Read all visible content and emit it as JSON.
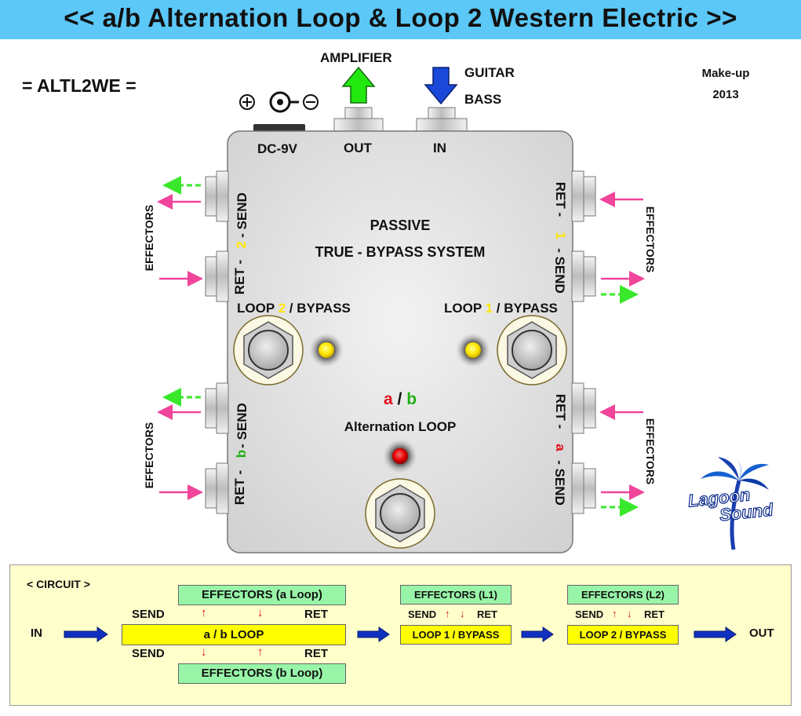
{
  "title": "<< a/b Alternation Loop & Loop 2 Western Electric >>",
  "model": "= ALTL2WE =",
  "makeup": {
    "line1": "Make-up",
    "line2": "2013"
  },
  "top": {
    "amplifier": "AMPLIFIER",
    "guitar": "GUITAR",
    "bass": "BASS",
    "dc": "DC-9V",
    "out": "OUT",
    "in": "IN"
  },
  "pedal": {
    "passive": "PASSIVE",
    "true_bypass": "TRUE - BYPASS SYSTEM",
    "loop2_a": "LOOP ",
    "loop2_num": "2",
    "loop2_b": " / BYPASS",
    "loop1_a": "LOOP ",
    "loop1_num": "1",
    "loop1_b": " / BYPASS",
    "ab_a": "a",
    "ab_sep": " / ",
    "ab_b": "b",
    "alternation": "Alternation LOOP"
  },
  "jacks": {
    "left_top_send": "- SEND",
    "left_top_num": "2",
    "left_top_ret": "RET -",
    "left_bot_send": "- SEND",
    "left_bot_num": "b",
    "left_bot_ret": "RET -",
    "right_top_ret": "RET -",
    "right_top_num": "1",
    "right_top_send": "- SEND",
    "right_bot_ret": "RET -",
    "right_bot_num": "a",
    "right_bot_send": "- SEND"
  },
  "effectors_label": "EFFECTORS",
  "logo": {
    "line1": "Lagoon",
    "line2": "Sound"
  },
  "circuit": {
    "heading": "< CIRCUIT >",
    "in": "IN",
    "out": "OUT",
    "send": "SEND",
    "ret": "RET",
    "eff_a": "EFFECTORS  (a Loop)",
    "eff_b": "EFFECTORS  (b Loop)",
    "ab_loop": "a / b LOOP",
    "eff_l1": "EFFECTORS (L1)",
    "eff_l2": "EFFECTORS (L2)",
    "loop1": "LOOP 1 / BYPASS",
    "loop2": "LOOP 2 / BYPASS",
    "up": "↑",
    "down": "↓"
  },
  "colors": {
    "title_bar": "#5bc8f8",
    "circuit_bg": "#ffffcc",
    "yellow_box": "#ffff00",
    "green_box": "#98f5a8",
    "pink_arrow": "#f0459a",
    "green_arrow": "#39e82a",
    "blue_arrow": "#1030c0"
  }
}
